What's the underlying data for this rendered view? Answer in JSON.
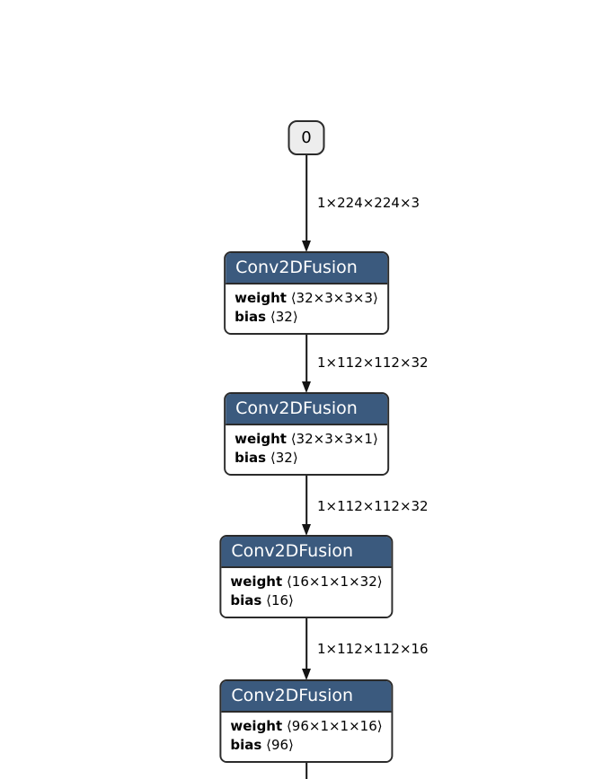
{
  "graph": {
    "input_node": {
      "label": "0"
    },
    "edges": [
      {
        "label": "1×224×224×3"
      },
      {
        "label": "1×112×112×32"
      },
      {
        "label": "1×112×112×32"
      },
      {
        "label": "1×112×112×16"
      },
      {
        "label": ""
      }
    ],
    "nodes": [
      {
        "title": "Conv2DFusion",
        "attrs": [
          {
            "name": "weight",
            "value": "⟨32×3×3×3⟩"
          },
          {
            "name": "bias",
            "value": "⟨32⟩"
          }
        ]
      },
      {
        "title": "Conv2DFusion",
        "attrs": [
          {
            "name": "weight",
            "value": "⟨32×3×3×1⟩"
          },
          {
            "name": "bias",
            "value": "⟨32⟩"
          }
        ]
      },
      {
        "title": "Conv2DFusion",
        "attrs": [
          {
            "name": "weight",
            "value": "⟨16×1×1×32⟩"
          },
          {
            "name": "bias",
            "value": "⟨16⟩"
          }
        ]
      },
      {
        "title": "Conv2DFusion",
        "attrs": [
          {
            "name": "weight",
            "value": "⟨96×1×1×16⟩"
          },
          {
            "name": "bias",
            "value": "⟨96⟩"
          }
        ]
      }
    ],
    "colors": {
      "node_header": "#3b5a7e",
      "node_border": "#2b2b2b",
      "edge": "#141414",
      "input_fill": "#ededed"
    }
  }
}
